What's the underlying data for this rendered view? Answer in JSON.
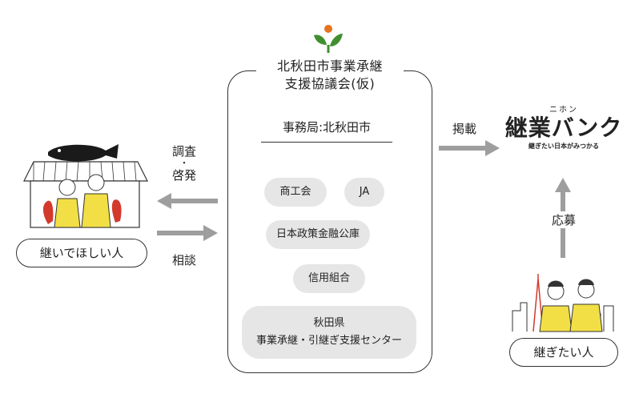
{
  "council": {
    "title_line1": "北秋田市事業承継",
    "title_line2": "支援協議会(仮)",
    "office": "事務局:北秋田市",
    "members": [
      "商工会",
      "JA",
      "日本政策金融公庫",
      "信用組合"
    ],
    "prefecture_center": {
      "line1": "秋田県",
      "line2": "事業承継・引継ぎ支援センター"
    }
  },
  "left": {
    "label": "継いでほしい人",
    "arrow_out": {
      "line1": "調査",
      "dot": "・",
      "line2": "啓発"
    },
    "arrow_in": "相談"
  },
  "right": {
    "publish": "掲載",
    "apply": "応募",
    "label": "継ぎたい人",
    "logo": {
      "kana_top": "ニホン",
      "main": "継業バンク",
      "tagline": "継ぎたい日本がみつかる"
    }
  },
  "colors": {
    "arrow": "#9e9e9e",
    "pill": "#e6e6e6",
    "logo_green": "#3f8f2e",
    "logo_orange": "#e8731e",
    "fish": "#1a1a1a",
    "shirt_yellow": "#f2df46",
    "roof_red": "#d33a2c"
  }
}
